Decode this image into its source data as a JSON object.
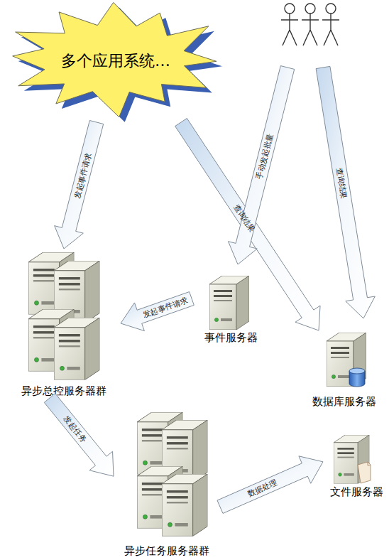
{
  "diagram": {
    "nodes": [
      {
        "text": [
          "多个应用系统…"
        ]
      },
      {
        "text": [
          "异步总控服务器群"
        ]
      },
      {
        "text": [
          "事件服务器"
        ]
      },
      {
        "text": [
          "数据库服务器"
        ]
      },
      {
        "text": [
          "异步任务服务器群"
        ]
      },
      {
        "text": [
          "文件服务器"
        ]
      }
    ],
    "edges": [
      {
        "from": 0,
        "to": 1,
        "label": "发起事件请求",
        "arrow": "to"
      },
      {
        "from": 0,
        "to": 3,
        "label": "查询结果",
        "arrow": "to"
      },
      {
        "from": 2,
        "to": 1,
        "label": "发起事件请求",
        "arrow": "to"
      },
      {
        "from": 1,
        "to": 4,
        "label": "发起任务",
        "arrow": "to"
      },
      {
        "from": 4,
        "to": 5,
        "label": "数据处理",
        "arrow": "to"
      }
    ],
    "labels": [
      "手动发起批量",
      "查询结果"
    ]
  }
}
